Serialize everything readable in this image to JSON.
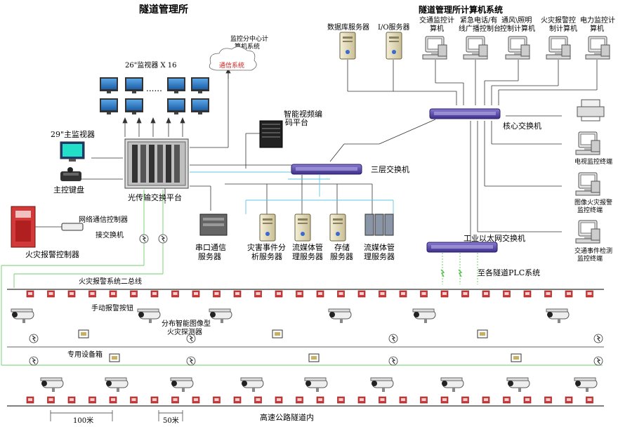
{
  "titles": {
    "left": "隧道管理所",
    "right": "隧道管理所计算机系统",
    "tunnel": "高速公路隧道内"
  },
  "monitoring": {
    "sub_center": [
      "监控分中心计",
      "算机系统"
    ],
    "cloud": "通信系统",
    "monitors_label": "26\"监视器 X 16",
    "main_monitor": "29\"主监视器",
    "keyboard": "主控键盘",
    "optical_platform": "光传输交换平台",
    "video_codec": [
      "智能视频编",
      "码平台"
    ]
  },
  "servers_top": [
    {
      "id": "db",
      "label": [
        "数据库服务器"
      ]
    },
    {
      "id": "io",
      "label": [
        "I/O服务器"
      ]
    }
  ],
  "computers_top": [
    {
      "id": "traffic",
      "label": [
        "交通监控计",
        "算机"
      ]
    },
    {
      "id": "phone",
      "label": [
        "紧急电话/有",
        "线广播控制台"
      ]
    },
    {
      "id": "vent",
      "label": [
        "通风\\照明",
        "控制计算机"
      ]
    },
    {
      "id": "fire",
      "label": [
        "火灾报警控",
        "制计算机"
      ]
    },
    {
      "id": "power",
      "label": [
        "电力监控计",
        "算机"
      ]
    }
  ],
  "switches": {
    "core": "核心交换机",
    "layer3": "三层交换机",
    "industrial": "工业以太网交换机",
    "plc": "至各隧道PLC系统"
  },
  "terminals": [
    {
      "id": "tv",
      "label": [
        "电视监控终端"
      ]
    },
    {
      "id": "img",
      "label": [
        "图像火灾报警",
        "监控终端"
      ]
    },
    {
      "id": "evt",
      "label": [
        "交通事件检测",
        "监控终端"
      ]
    }
  ],
  "servers_bottom": [
    {
      "id": "serial",
      "label": [
        "串口通信",
        "服务器"
      ]
    },
    {
      "id": "disaster",
      "label": [
        "灾害事件分",
        "析服务器"
      ]
    },
    {
      "id": "media1",
      "label": [
        "流媒体管",
        "理服务器"
      ]
    },
    {
      "id": "storage",
      "label": [
        "存储",
        "服务器"
      ]
    },
    {
      "id": "media2",
      "label": [
        "流媒体管",
        "理服务器"
      ]
    }
  ],
  "fire": {
    "controller": "火灾报警控制器",
    "net_controller": [
      "网络通信控制器",
      "接交换机"
    ],
    "bus": "火灾报警系统二总线",
    "manual_button": "手动报警按钮",
    "detector": [
      "分布智能图像型",
      "火灾探测器"
    ],
    "equipment_box": "专用设备箱"
  },
  "dimensions": {
    "d100": "100米",
    "d50": "50米"
  },
  "colors": {
    "switch": "#5a4aa8",
    "red_device": "#d23a3a",
    "green_line": "#6fcf6a",
    "cyan_line": "#5cc8e0"
  }
}
